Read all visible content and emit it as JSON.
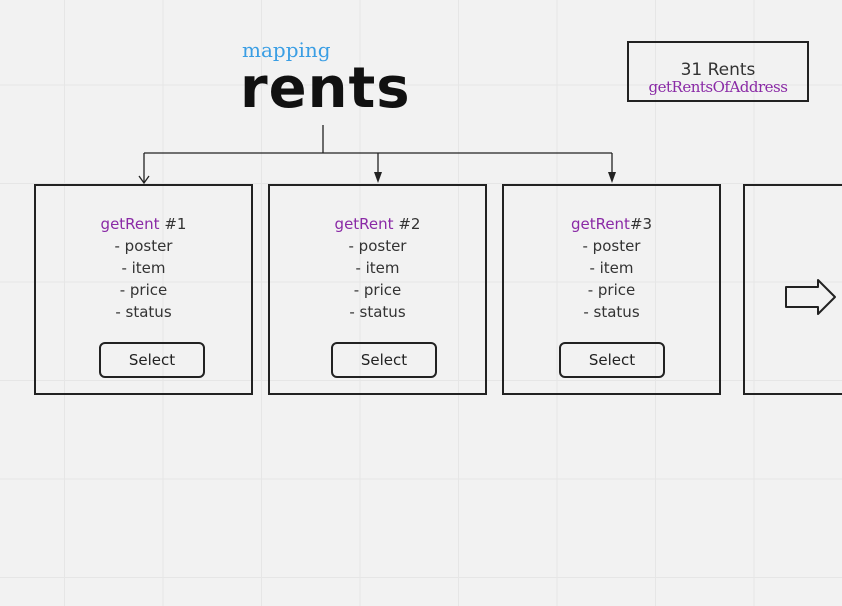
{
  "header": {
    "mapping_label": "mapping",
    "title": "rents"
  },
  "summary": {
    "count_text": "31 Rents",
    "function_name": "getRentsOfAddress"
  },
  "cards": [
    {
      "fn": "getRent",
      "index": " #1",
      "fields": [
        "- poster",
        "- item",
        "- price",
        "- status"
      ],
      "button": "Select"
    },
    {
      "fn": "getRent",
      "index": " #2",
      "fields": [
        "- poster",
        "- item",
        "- price",
        "- status"
      ],
      "button": "Select"
    },
    {
      "fn": "getRent",
      "index": "#3",
      "fields": [
        "- poster",
        "- item",
        "- price",
        "- status"
      ],
      "button": "Select"
    }
  ],
  "icons": {
    "next": "right-arrow-icon"
  },
  "colors": {
    "function": "#8a2aa6",
    "mapping": "#3a9ee4",
    "stroke": "#222222"
  }
}
